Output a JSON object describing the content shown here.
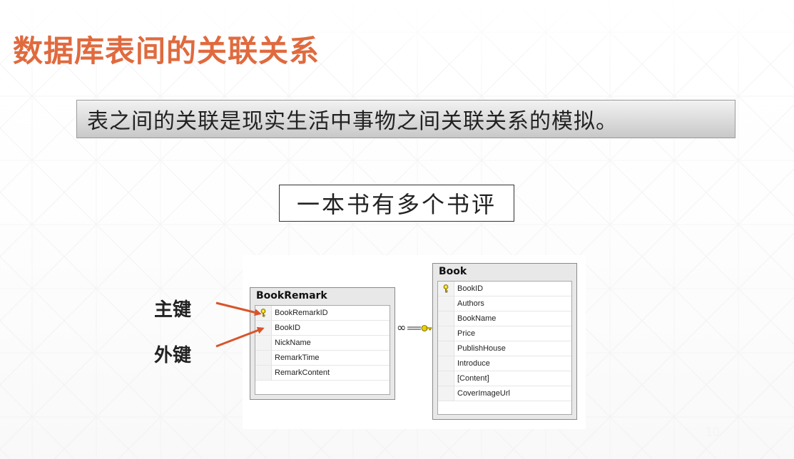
{
  "slide": {
    "title": "数据库表间的关联关系",
    "subtitle": "表之间的关联是现实生活中事物之间关联关系的模拟。",
    "caption": "一本书有多个书评",
    "page_number": "10"
  },
  "labels": {
    "primary_key": "主键",
    "foreign_key": "外键"
  },
  "tables": {
    "bookremark": {
      "title": "BookRemark",
      "columns": [
        "BookRemarkID",
        "BookID",
        "NickName",
        "RemarkTime",
        "RemarkContent"
      ]
    },
    "book": {
      "title": "Book",
      "columns": [
        "BookID",
        "Authors",
        "BookName",
        "Price",
        "PublishHouse",
        "Introduce",
        "[Content]",
        "CoverImageUrl"
      ]
    }
  },
  "relationship": {
    "many_side": "BookRemark",
    "one_side": "Book",
    "many_symbol": "∞",
    "one_symbol": "key"
  },
  "colors": {
    "title": "#e06a3e",
    "arrow": "#d9542b",
    "key_icon": "#d8b400"
  },
  "icons": {
    "primary_key": "key-icon",
    "annotation_arrow": "arrow-icon"
  }
}
